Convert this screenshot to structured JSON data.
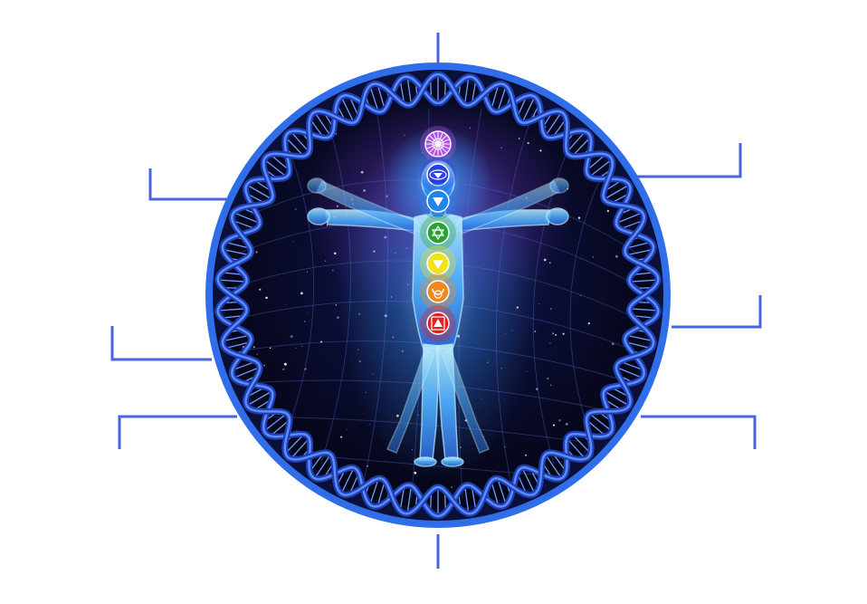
{
  "figure": {
    "colors": {
      "background": "#ffffff",
      "connector_line": "#4a63e0",
      "ring_outer": "#2f6ee8",
      "ring_dna": "#1f3fb4",
      "space": "#05051a",
      "figure_glow": "#57c8ff"
    },
    "chakras": [
      {
        "name": "crown",
        "color": "#b24fe6",
        "icon": "lotus-icon"
      },
      {
        "name": "third-eye",
        "color": "#2b3ee0",
        "icon": "eye-icon"
      },
      {
        "name": "throat",
        "color": "#1f86e8",
        "icon": "inverted-triangle-icon"
      },
      {
        "name": "heart",
        "color": "#27a330",
        "icon": "hexagram-icon"
      },
      {
        "name": "solar-plexus",
        "color": "#f2e21a",
        "icon": "inverted-triangle-icon"
      },
      {
        "name": "sacral",
        "color": "#f08a1c",
        "icon": "crescent-icon"
      },
      {
        "name": "root",
        "color": "#e0211e",
        "icon": "square-triangle-icon"
      }
    ]
  }
}
